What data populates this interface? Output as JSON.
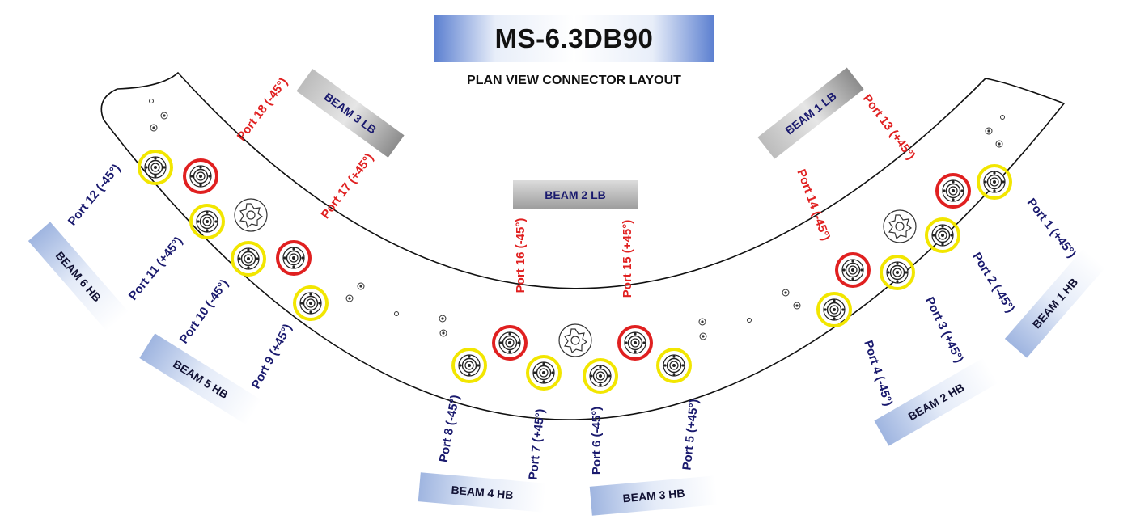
{
  "title": "MS-6.3DB90",
  "subtitle": "PLAN VIEW CONNECTOR LAYOUT",
  "beams": {
    "beam1_lb": "BEAM 1 LB",
    "beam2_lb": "BEAM 2 LB",
    "beam3_lb": "BEAM 3 LB",
    "beam1_hb": "BEAM 1 HB",
    "beam2_hb": "BEAM 2 HB",
    "beam3_hb": "BEAM 3 HB",
    "beam4_hb": "BEAM 4 HB",
    "beam5_hb": "BEAM 5 HB",
    "beam6_hb": "BEAM 6 HB"
  },
  "ports": {
    "p1": "Port 1 (+45°)",
    "p2": "Port 2 (-45°)",
    "p3": "Port 3 (+45°)",
    "p4": "Port 4 (-45°)",
    "p5": "Port 5 (+45°)",
    "p6": "Port 6 (-45°)",
    "p7": "Port 7 (+45°)",
    "p8": "Port 8 (-45°)",
    "p9": "Port 9 (+45°)",
    "p10": "Port 10 (-45°)",
    "p11": "Port 11 (+45°)",
    "p12": "Port 12 (-45°)",
    "p13": "Port 13 (+45°)",
    "p14": "Port 14 (-45°)",
    "p15": "Port 15 (+45°)",
    "p16": "Port 16 (-45°)",
    "p17": "Port 17 (+45°)",
    "p18": "Port 18 (-45°)"
  },
  "colors": {
    "low_band_ring": "#e02020",
    "high_band_ring": "#f2e600",
    "low_band_text": "#e02020",
    "high_band_text": "#1a1a6e"
  }
}
